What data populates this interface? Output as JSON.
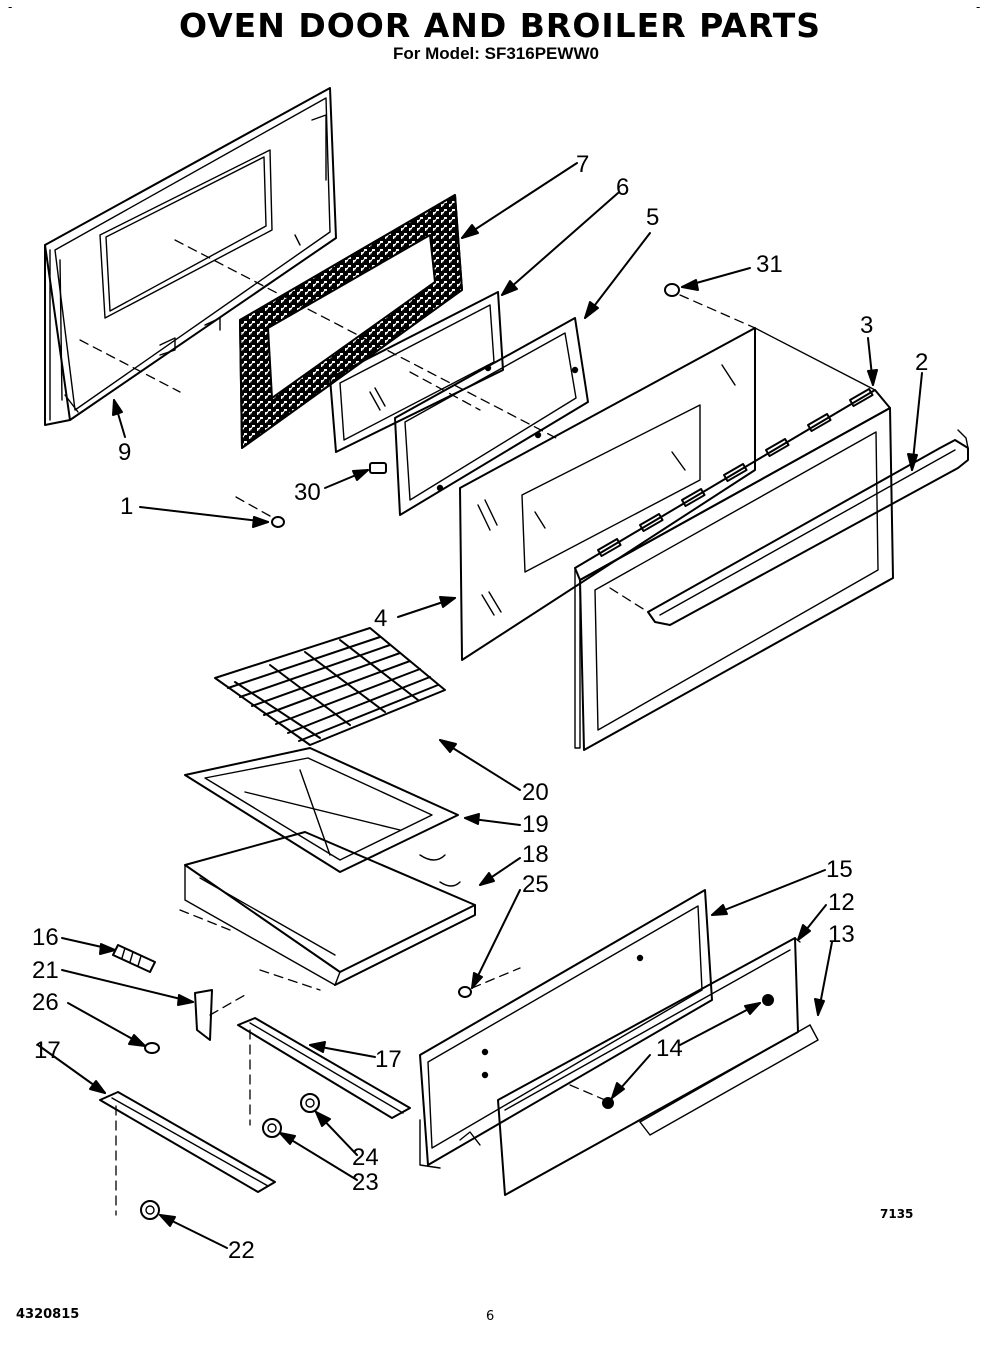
{
  "header": {
    "title": "OVEN DOOR AND BROILER PARTS",
    "subtitle": "For Model: SF316PEWW0"
  },
  "corner_marks": {
    "left": "-",
    "right": "-"
  },
  "callouts": [
    "1",
    "2",
    "3",
    "4",
    "5",
    "6",
    "7",
    "9",
    "12",
    "13",
    "14",
    "15",
    "16",
    "17",
    "17",
    "18",
    "19",
    "20",
    "21",
    "22",
    "23",
    "24",
    "25",
    "26",
    "30",
    "31"
  ],
  "labels": {
    "c1": "1",
    "c2": "2",
    "c3": "3",
    "c4": "4",
    "c5": "5",
    "c6": "6",
    "c7": "7",
    "c9": "9",
    "c12": "12",
    "c13": "13",
    "c14": "14",
    "c15": "15",
    "c16": "16",
    "c17a": "17",
    "c17b": "17",
    "c18": "18",
    "c19": "19",
    "c20": "20",
    "c21": "21",
    "c22": "22",
    "c23": "23",
    "c24": "24",
    "c25": "25",
    "c26": "26",
    "c30": "30",
    "c31": "31"
  },
  "footer": {
    "diagram_code": "7135",
    "doc_number": "4320815",
    "page_number": "6"
  }
}
